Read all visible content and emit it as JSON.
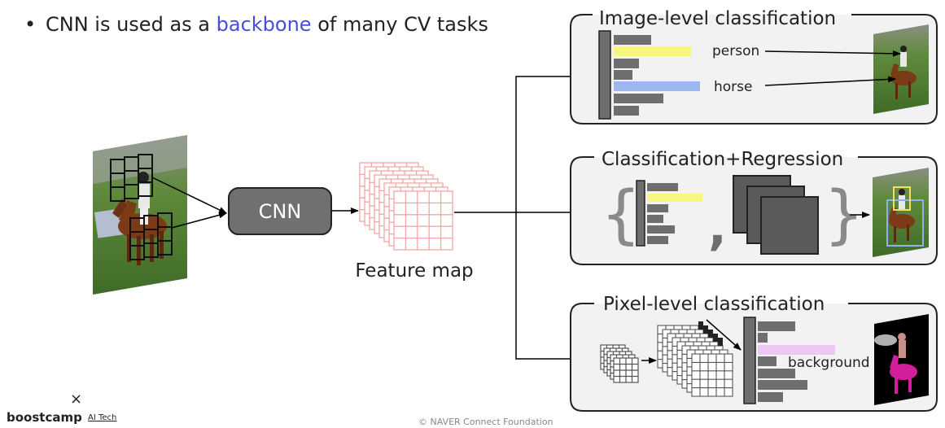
{
  "bullet": {
    "symbol": "•",
    "text_before": "CNN is used as a ",
    "highlight": "backbone",
    "text_after": " of many CV tasks"
  },
  "diagram": {
    "cnn_label": "CNN",
    "feature_map_label": "Feature map",
    "panels": {
      "image_level": {
        "title": "Image-level classification",
        "label_person": "person",
        "label_horse": "horse"
      },
      "cls_reg": {
        "title": "Classification+Regression",
        "open_brace": "{",
        "close_brace": "}",
        "comma": ","
      },
      "pixel_level": {
        "title": "Pixel-level classification",
        "label_background": "background"
      }
    }
  },
  "colors": {
    "accent_blue_text": "#4b4bdc",
    "cnn_box": "#707070",
    "bar_gray": "#6e6e6e",
    "bar_yellow": "#f7f780",
    "bar_blue": "#9db8f0",
    "bar_pink": "#edc8f5",
    "grid_pink": "#f3a6a6",
    "mask_magenta": "#d21e9c"
  },
  "logo": {
    "mark": "×",
    "word": "boostcamp",
    "sub": "AI Tech"
  },
  "footer": "©  NAVER Connect Foundation"
}
